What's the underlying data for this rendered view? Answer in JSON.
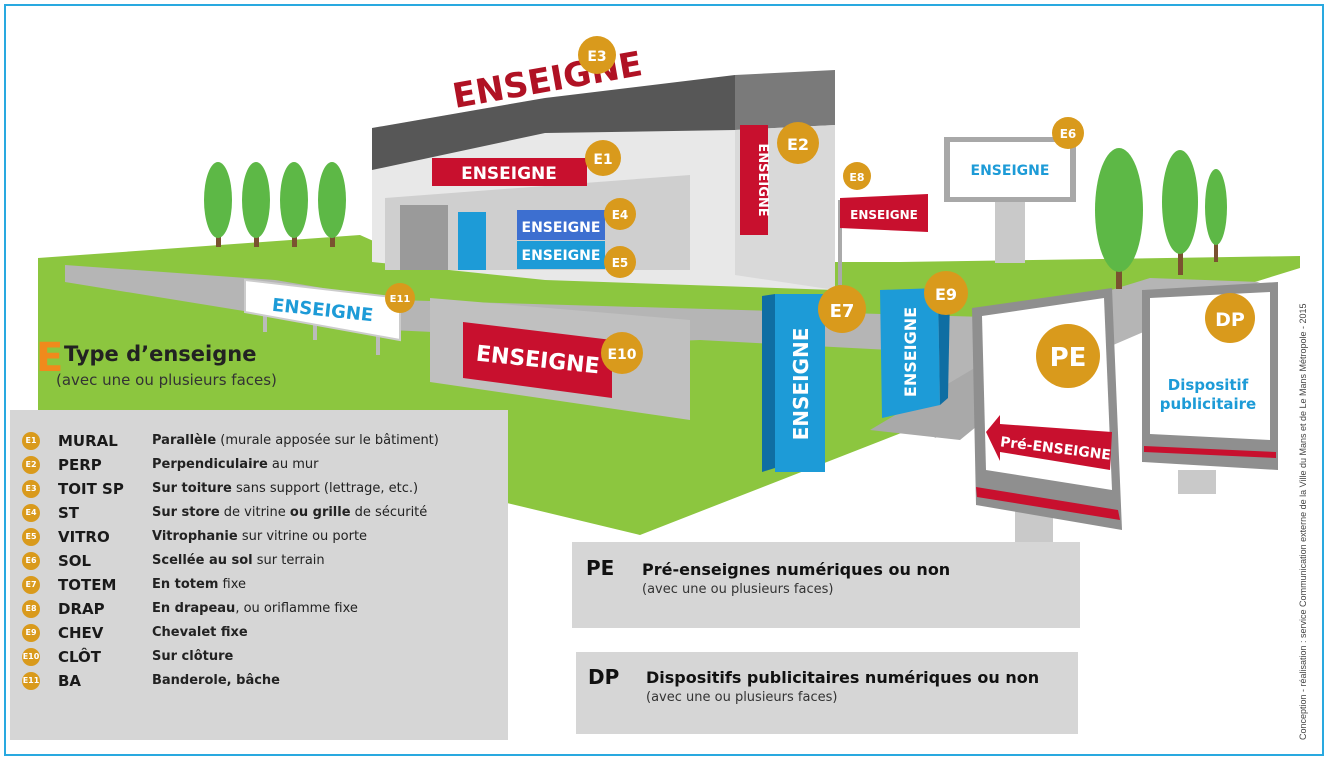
{
  "signs": {
    "enseigne": "ENSEIGNE",
    "pre_enseigne": "Pré-ENSEIGNE",
    "dispositif_line1": "Dispositif",
    "dispositif_line2": "publicitaire"
  },
  "badges": {
    "e1": "E1",
    "e2": "E2",
    "e3": "E3",
    "e4": "E4",
    "e5": "E5",
    "e6": "E6",
    "e7": "E7",
    "e8": "E8",
    "e9": "E9",
    "e10": "E10",
    "e11": "E11",
    "pe": "PE",
    "dp": "DP"
  },
  "legend": {
    "letter": "E",
    "title": "Type d’enseigne",
    "subtitle": "(avec une ou plusieurs faces)",
    "items": [
      {
        "badge": "E1",
        "code": "MURAL",
        "bold": "Parallèle",
        "rest": " (murale apposée sur le bâtiment)"
      },
      {
        "badge": "E2",
        "code": "PERP",
        "bold": "Perpendiculaire",
        "rest": " au mur"
      },
      {
        "badge": "E3",
        "code": "TOIT SP",
        "bold": "Sur toiture",
        "rest": " sans support (lettrage, etc.)"
      },
      {
        "badge": "E4",
        "code": "ST",
        "bold": "Sur store",
        "rest": " de vitrine ",
        "bold2": "ou grille",
        "rest2": " de sécurité"
      },
      {
        "badge": "E5",
        "code": "VITRO",
        "bold": "Vitrophanie",
        "rest": " sur vitrine ou porte"
      },
      {
        "badge": "E6",
        "code": "SOL",
        "bold": "Scellée au sol",
        "rest": " sur terrain"
      },
      {
        "badge": "E7",
        "code": "TOTEM",
        "bold": "En totem",
        "rest": " fixe"
      },
      {
        "badge": "E8",
        "code": "DRAP",
        "bold": "En drapeau",
        "rest": ", ou oriflamme fixe"
      },
      {
        "badge": "E9",
        "code": "CHEV",
        "bold": "Chevalet fixe",
        "rest": ""
      },
      {
        "badge": "E10",
        "code": "CLÔT",
        "bold": "Sur clôture",
        "rest": ""
      },
      {
        "badge": "E11",
        "code": "BA",
        "bold": "Banderole, bâche",
        "rest": ""
      }
    ]
  },
  "pe_box": {
    "code": "PE",
    "title": "Pré-enseignes numériques ou non",
    "subtitle": "(avec une ou plusieurs faces)"
  },
  "dp_box": {
    "code": "DP",
    "title": "Dispositifs publicitaires numériques ou non",
    "subtitle": "(avec une ou plusieurs faces)"
  },
  "credit": "Conception - réalisation : service Communication externe de la Ville du Mans et de Le Mans Métropole - 2015",
  "colors": {
    "accent": "#d99a1c",
    "sign_red": "#c8102e",
    "sign_blue": "#1d9bd7",
    "grass": "#8cc63f",
    "frame": "#29a9e0"
  }
}
